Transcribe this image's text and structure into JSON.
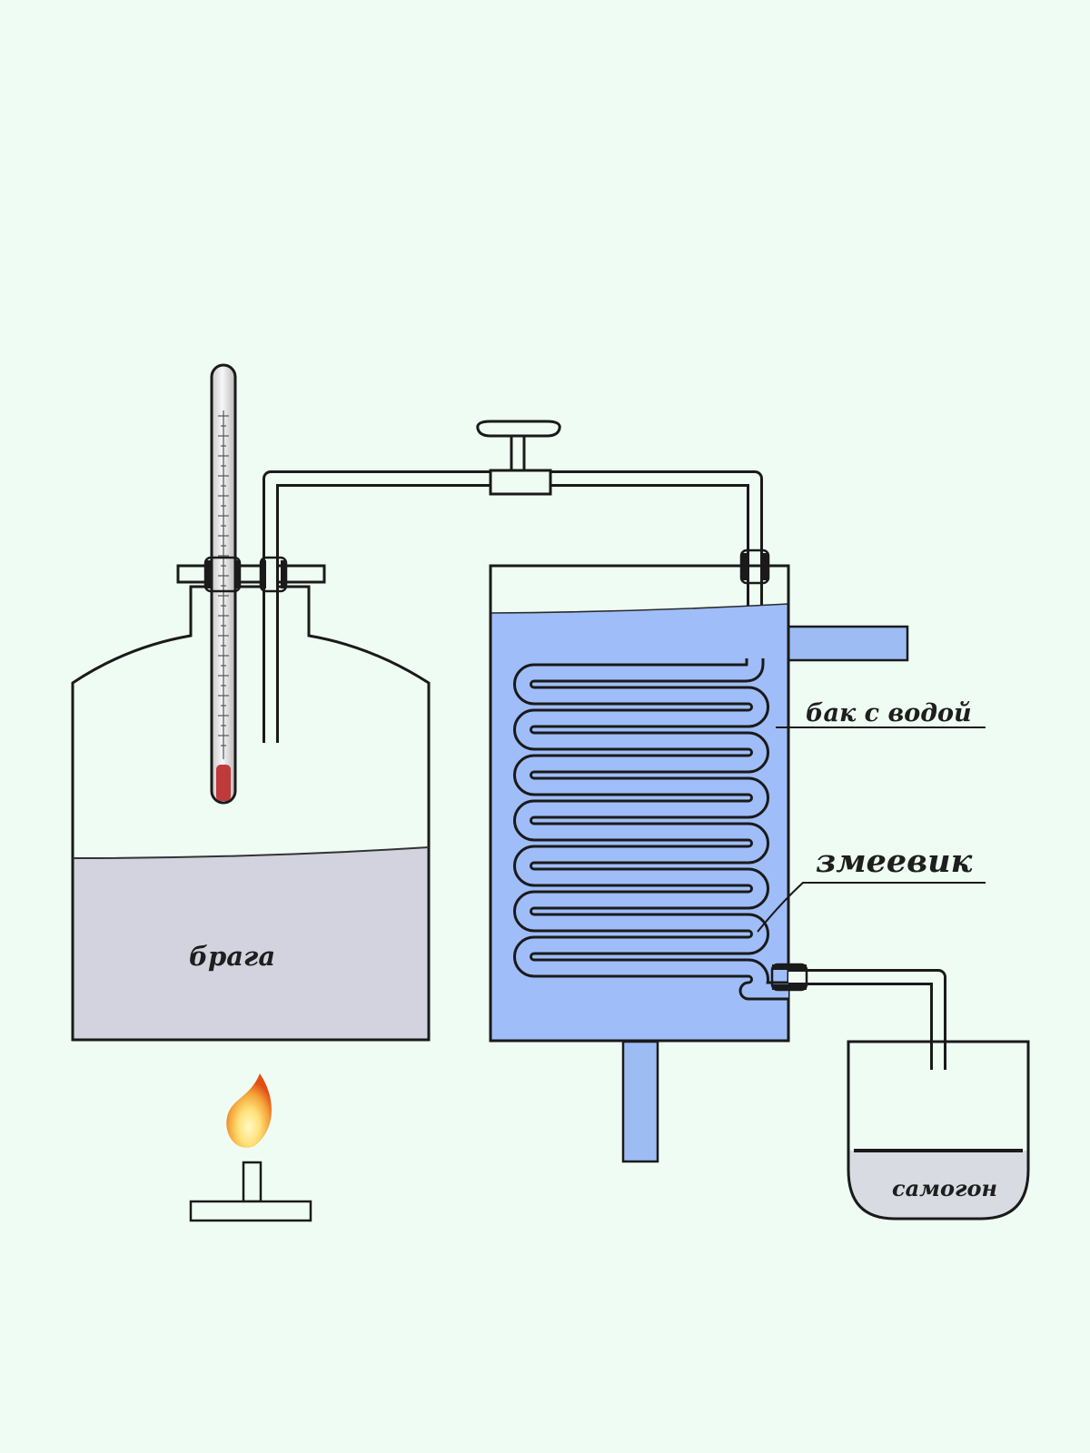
{
  "labels": {
    "wash": "брага",
    "water_tank": "бак с водой",
    "coil": "змеевик",
    "moonshine": "самогон"
  },
  "colors": {
    "background": "#effcf4",
    "wash_liquid": "#d3d3df",
    "tank_water": "#9fbdf8",
    "outlet_pipe": "#9cbcf3",
    "product_liquid": "#d8dbe2",
    "outline": "#1a1a1a",
    "thermometer_bulb": "#c0393b",
    "flame_outer": "#e85a16",
    "flame_inner": "#ffe98a"
  },
  "icons": {
    "thermometer": "thermometer-icon",
    "flame": "flame-icon",
    "valve": "valve-icon"
  }
}
